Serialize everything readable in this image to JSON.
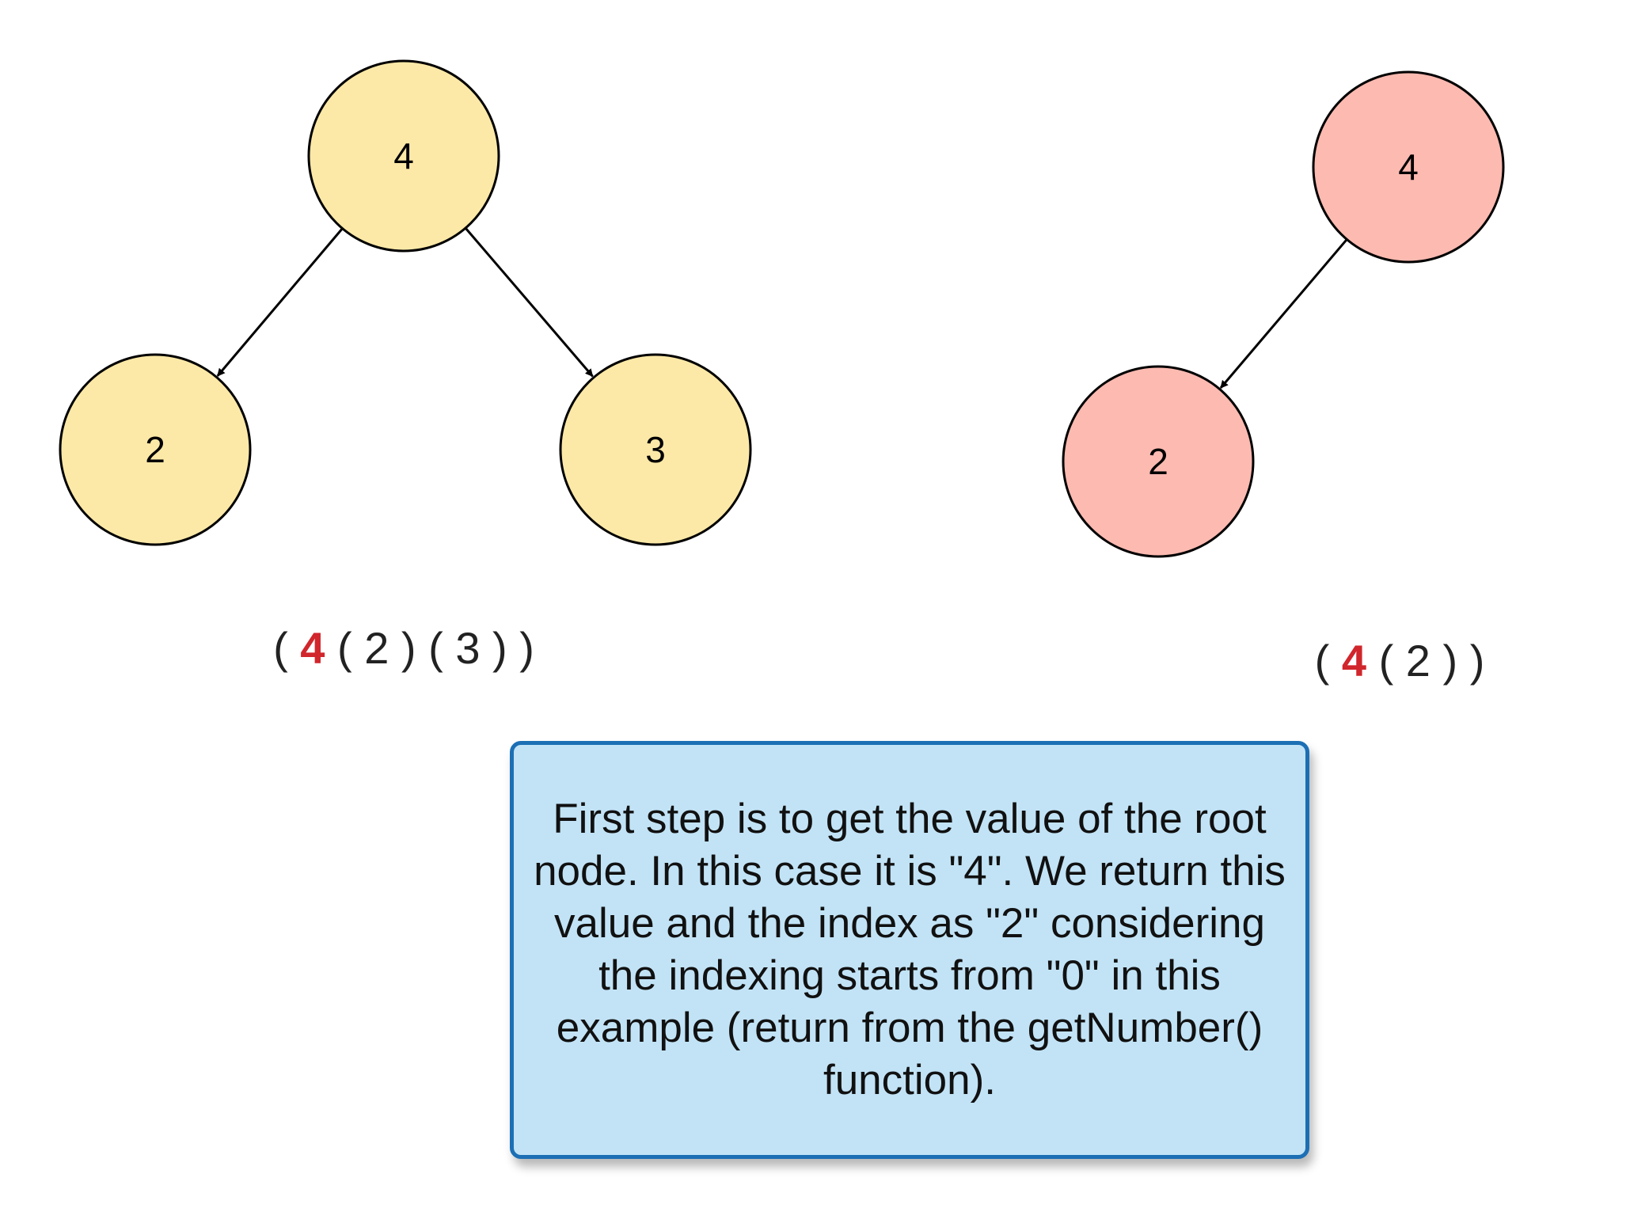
{
  "tree_left": {
    "fill": "#fde9a7",
    "nodes": [
      {
        "id": "L4",
        "label": "4"
      },
      {
        "id": "L2",
        "label": "2"
      },
      {
        "id": "L3",
        "label": "3"
      }
    ],
    "edges": [
      [
        "L4",
        "L2"
      ],
      [
        "L4",
        "L3"
      ]
    ],
    "expression": {
      "open": "(",
      "root": "4",
      "rest": "( 2 ) ( 3 ) )"
    }
  },
  "tree_right": {
    "fill": "#fdbab1",
    "nodes": [
      {
        "id": "R4",
        "label": "4"
      },
      {
        "id": "R2",
        "label": "2"
      }
    ],
    "edges": [
      [
        "R4",
        "R2"
      ]
    ],
    "expression": {
      "open": "(",
      "root": "4",
      "rest": "( 2 ) )"
    }
  },
  "colors": {
    "root_highlight": "#d0262c",
    "note_fill": "#c2e3f6",
    "note_border": "#1c6fb4"
  },
  "note": {
    "text": "First step is to get the value of the root node. In this case it is \"4\". We return this value and the index as \"2\" considering the indexing starts from \"0\" in this example (return from the getNumber() function)."
  }
}
